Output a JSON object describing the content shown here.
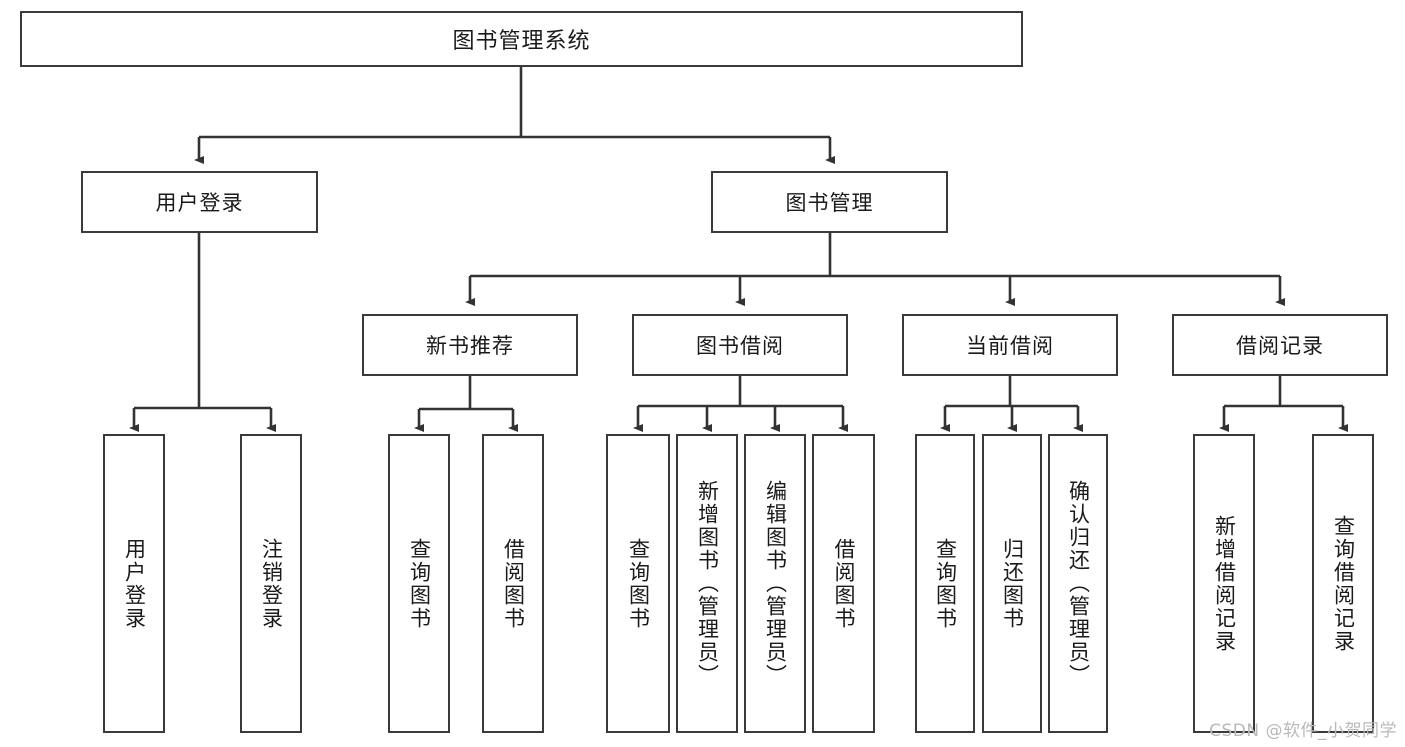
{
  "diagram": {
    "title": "图书管理系统",
    "type": "tree-hierarchy-diagram",
    "watermark": "CSDN @软件_小贺同学",
    "colors": {
      "box_border": "#3a3a3a",
      "box_fill": "#ffffff",
      "connector": "#333333",
      "text": "#1a1a1a",
      "watermark": "#b9b9b9",
      "background": "#ffffff"
    },
    "nodes": {
      "root": {
        "label": "图书管理系统"
      },
      "level2": [
        {
          "id": "user-login",
          "label": "用户登录"
        },
        {
          "id": "book-management",
          "label": "图书管理"
        }
      ],
      "level3": [
        {
          "id": "new-book-recommend",
          "label": "新书推荐"
        },
        {
          "id": "book-borrow",
          "label": "图书借阅"
        },
        {
          "id": "current-borrow",
          "label": "当前借阅"
        },
        {
          "id": "borrow-record",
          "label": "借阅记录"
        }
      ],
      "leaves": {
        "user-login": [
          {
            "id": "leaf-user-login",
            "label": "用户登录"
          },
          {
            "id": "leaf-logout",
            "label": "注销登录"
          }
        ],
        "new-book-recommend": [
          {
            "id": "leaf-query-book-1",
            "label": "查询图书"
          },
          {
            "id": "leaf-borrow-book-1",
            "label": "借阅图书"
          }
        ],
        "book-borrow": [
          {
            "id": "leaf-query-book-2",
            "label": "查询图书"
          },
          {
            "id": "leaf-add-book",
            "label": "新增图书（管理员）"
          },
          {
            "id": "leaf-edit-book",
            "label": "编辑图书（管理员）"
          },
          {
            "id": "leaf-borrow-book-2",
            "label": "借阅图书"
          }
        ],
        "current-borrow": [
          {
            "id": "leaf-query-book-3",
            "label": "查询图书"
          },
          {
            "id": "leaf-return-book",
            "label": "归还图书"
          },
          {
            "id": "leaf-confirm-return",
            "label": "确认归还（管理员）"
          }
        ],
        "borrow-record": [
          {
            "id": "leaf-add-record",
            "label": "新增借阅记录"
          },
          {
            "id": "leaf-query-record",
            "label": "查询借阅记录"
          }
        ]
      }
    }
  }
}
